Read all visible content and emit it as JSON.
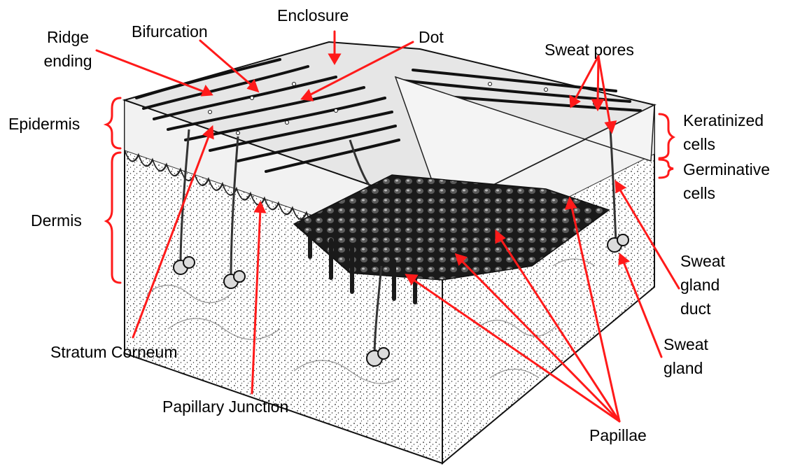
{
  "labels": {
    "enclosure": "Enclosure",
    "bifurcation": "Bifurcation",
    "dot": "Dot",
    "ridge_ending_line1": "Ridge",
    "ridge_ending_line2": "ending",
    "sweat_pores": "Sweat pores",
    "epidermis": "Epidermis",
    "dermis": "Dermis",
    "keratinized_line1": "Keratinized",
    "keratinized_line2": "cells",
    "germinative_line1": "Germinative",
    "germinative_line2": "cells",
    "sweat_gland_duct_line1": "Sweat",
    "sweat_gland_duct_line2": "gland",
    "sweat_gland_duct_line3": "duct",
    "sweat_gland_line1": "Sweat",
    "sweat_gland_line2": "gland",
    "stratum_corneum": "Stratum Corneum",
    "papillary_junction": "Papillary Junction",
    "papillae": "Papillae"
  },
  "colors": {
    "annotation": "#ff1a1a",
    "text": "#000000",
    "ink": "#1a1a1a"
  }
}
